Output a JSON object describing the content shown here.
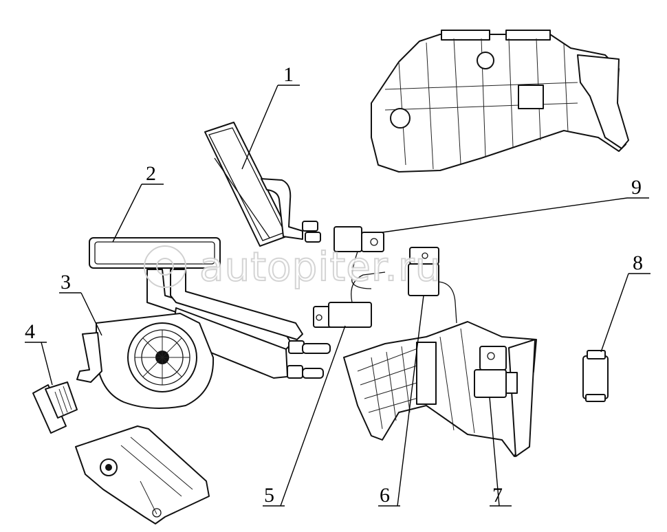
{
  "watermark": {
    "text": "autopiter.ru"
  },
  "callouts": [
    {
      "id": "1",
      "label": "1"
    },
    {
      "id": "2",
      "label": "2"
    },
    {
      "id": "3",
      "label": "3"
    },
    {
      "id": "4",
      "label": "4"
    },
    {
      "id": "5",
      "label": "5"
    },
    {
      "id": "6",
      "label": "6"
    },
    {
      "id": "7",
      "label": "7"
    },
    {
      "id": "8",
      "label": "8"
    },
    {
      "id": "9",
      "label": "9"
    }
  ],
  "colors": {
    "line": "#111111",
    "background": "#ffffff",
    "watermark_stroke": "#d0d0d0"
  }
}
